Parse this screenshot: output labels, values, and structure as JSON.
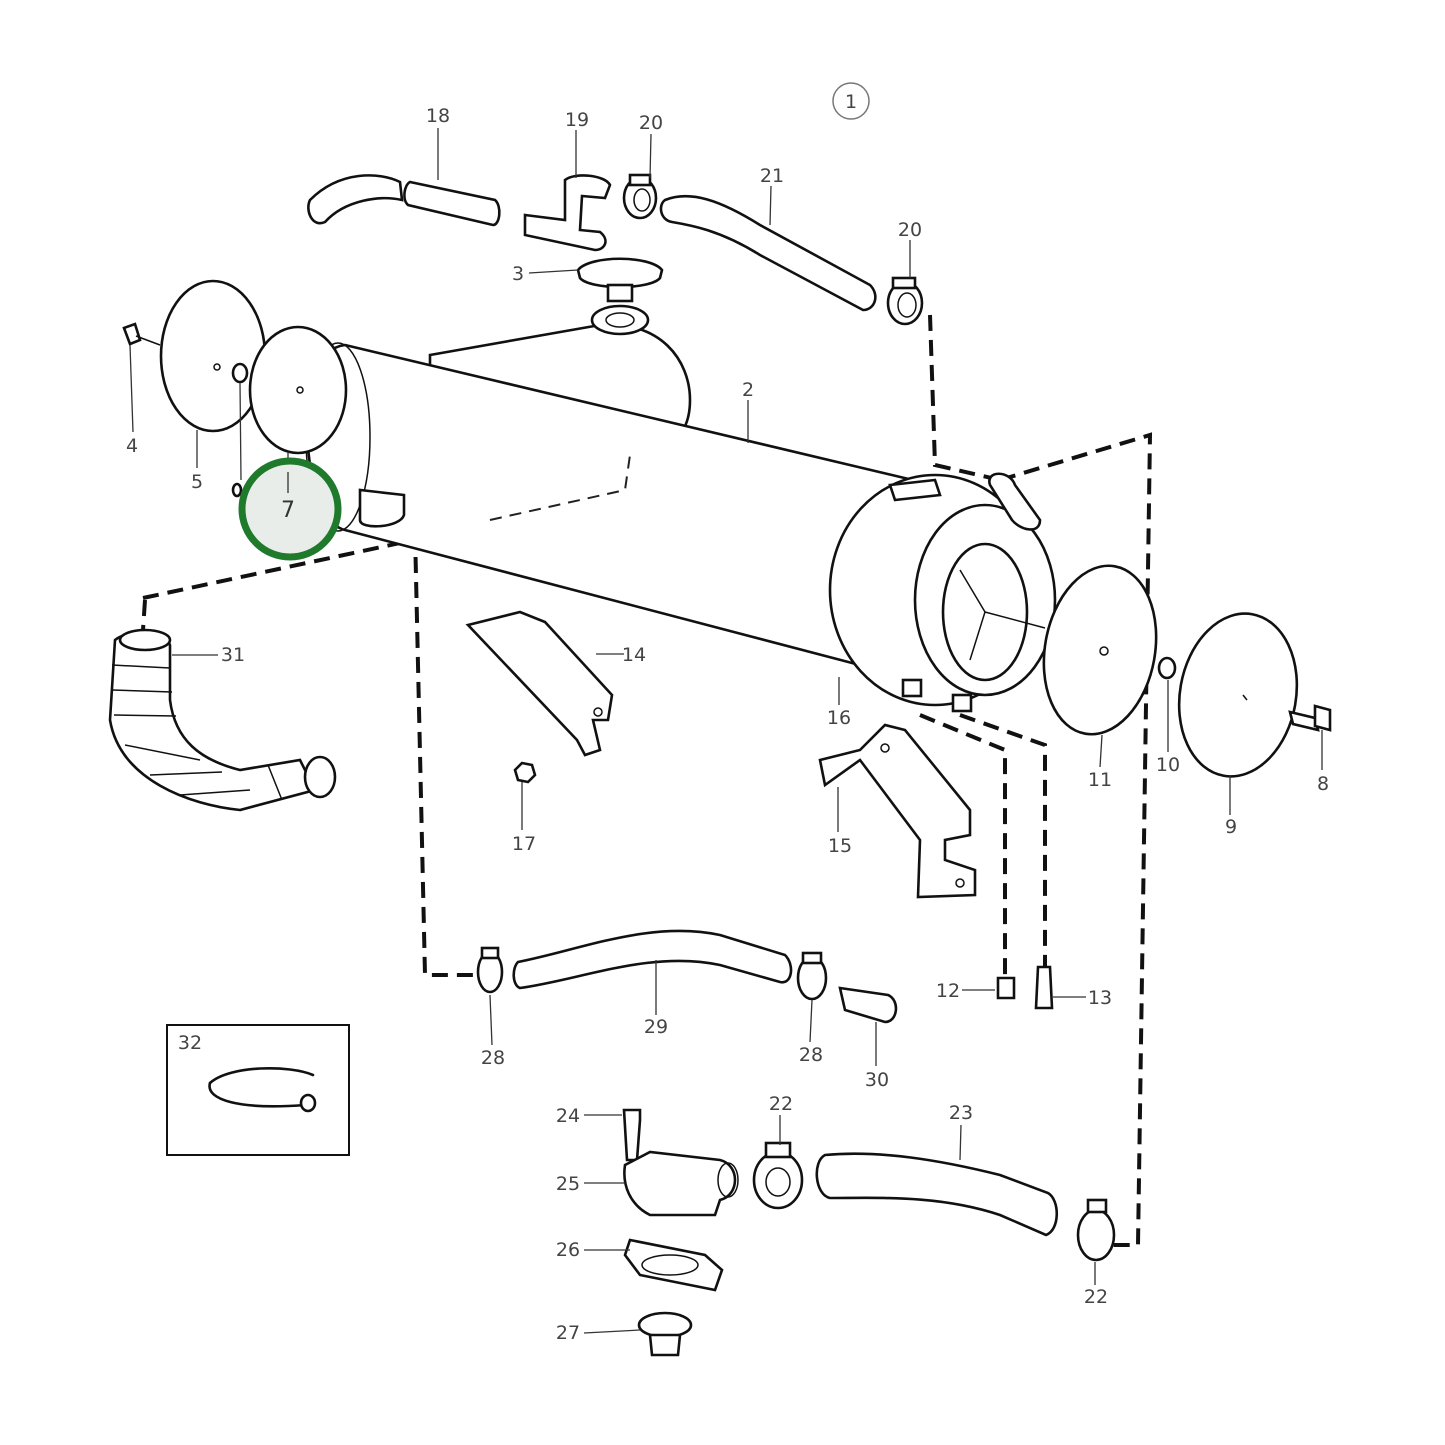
{
  "diagram": {
    "group_marker": "1",
    "highlighted_part": "7",
    "callouts": {
      "c2": "2",
      "c3": "3",
      "c4": "4",
      "c5": "5",
      "c7": "7",
      "c8": "8",
      "c9": "9",
      "c10": "10",
      "c11": "11",
      "c12": "12",
      "c13": "13",
      "c14": "14",
      "c15": "15",
      "c16": "16",
      "c17": "17",
      "c18": "18",
      "c19": "19",
      "c20a": "20",
      "c20b": "20",
      "c21": "21",
      "c22a": "22",
      "c22b": "22",
      "c23": "23",
      "c24": "24",
      "c25": "25",
      "c26": "26",
      "c27": "27",
      "c28a": "28",
      "c28b": "28",
      "c29": "29",
      "c30": "30",
      "c31": "31",
      "c32": "32"
    },
    "colors": {
      "highlight": "#1f7a2c",
      "highlight_fill": "#e8ede9",
      "line": "#111111"
    }
  }
}
